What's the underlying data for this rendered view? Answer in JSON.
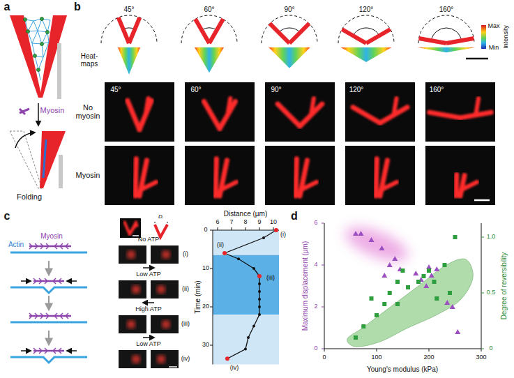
{
  "diagram": {
    "labels": [
      "a",
      "Myosin",
      "Folding",
      "b",
      "45°",
      "60°",
      "90°",
      "120°",
      "160°",
      "Heat-maps",
      "Intensity",
      "Max",
      "Min",
      "No myosin",
      "Myosin",
      "45°",
      "60°",
      "90°",
      "120°",
      "160°",
      "c",
      "Myosin",
      "Actin",
      "No ATP",
      "Low ATP",
      "High ATP",
      "Low ATP",
      "(i)",
      "(ii)",
      "(iii)",
      "(iv)",
      "D.",
      "Distance (µm)",
      "6",
      "7",
      "8",
      "9",
      "10",
      "Time (min)",
      "0",
      "10",
      "20",
      "30",
      "(i)",
      "(ii)",
      "(iii)",
      "(iv)",
      "d",
      "Maximum displacement (µm)",
      "0",
      "2",
      "4",
      "6",
      "Young's modulus (kPa)",
      "0",
      "100",
      "200",
      "300",
      "Degree of reversibility",
      "0",
      "0.5",
      "1.0"
    ]
  }
}
